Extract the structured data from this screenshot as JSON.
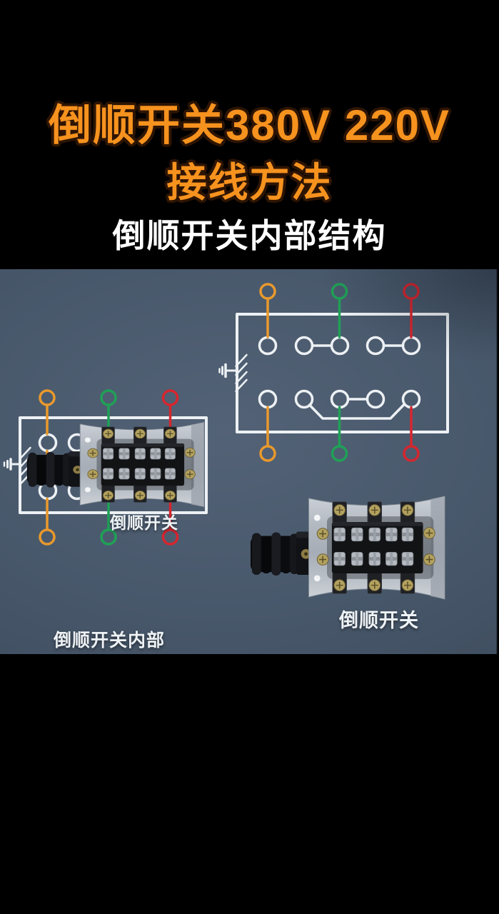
{
  "header": {
    "title_line1": "倒顺开关380V 220V",
    "title_line2": "接线方法",
    "subtitle": "倒顺开关内部结构"
  },
  "figure": {
    "internal_label": "倒顺开关内部",
    "left_switch_caption": "倒顺开关",
    "right_switch_caption": "倒顺开关"
  },
  "colors": {
    "page_bg": "#000000",
    "figure_bg": "#47566a",
    "title_orange": "#f6921e",
    "title_outline": "#2e1503",
    "subtitle_white": "#ffffff",
    "diagram_line_white": "#edf1f4",
    "wire_orange": "#e9992c",
    "wire_green": "#1fa156",
    "wire_red": "#d6262e",
    "switch_bracket_gray": "#b7bdc5",
    "switch_block_black": "#121315",
    "screw_brass": "#b3a25f"
  }
}
